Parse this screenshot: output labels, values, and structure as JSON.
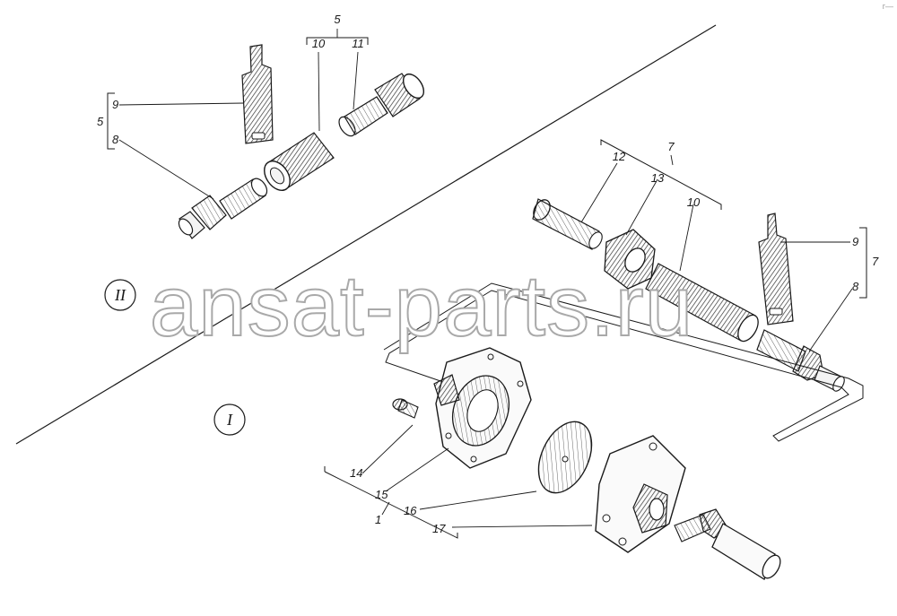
{
  "watermark": "ansat-parts.ru",
  "corner_mark": "г—",
  "views": {
    "view_two": "II",
    "view_one": "I"
  },
  "callouts": {
    "c1": "1",
    "c5_top": "5",
    "c5_left": "5",
    "c7_top": "7",
    "c7_right": "7",
    "c8_left": "8",
    "c8_right": "8",
    "c9_left": "9",
    "c9_right": "9",
    "c10_left": "10",
    "c10_right": "10",
    "c11": "11",
    "c12": "12",
    "c13": "13",
    "c14": "14",
    "c15": "15",
    "c16": "16",
    "c17": "17"
  },
  "colors": {
    "ink": "#1a1a1a",
    "shade": "#555555",
    "watermark_stroke": "#a9a9a9"
  }
}
